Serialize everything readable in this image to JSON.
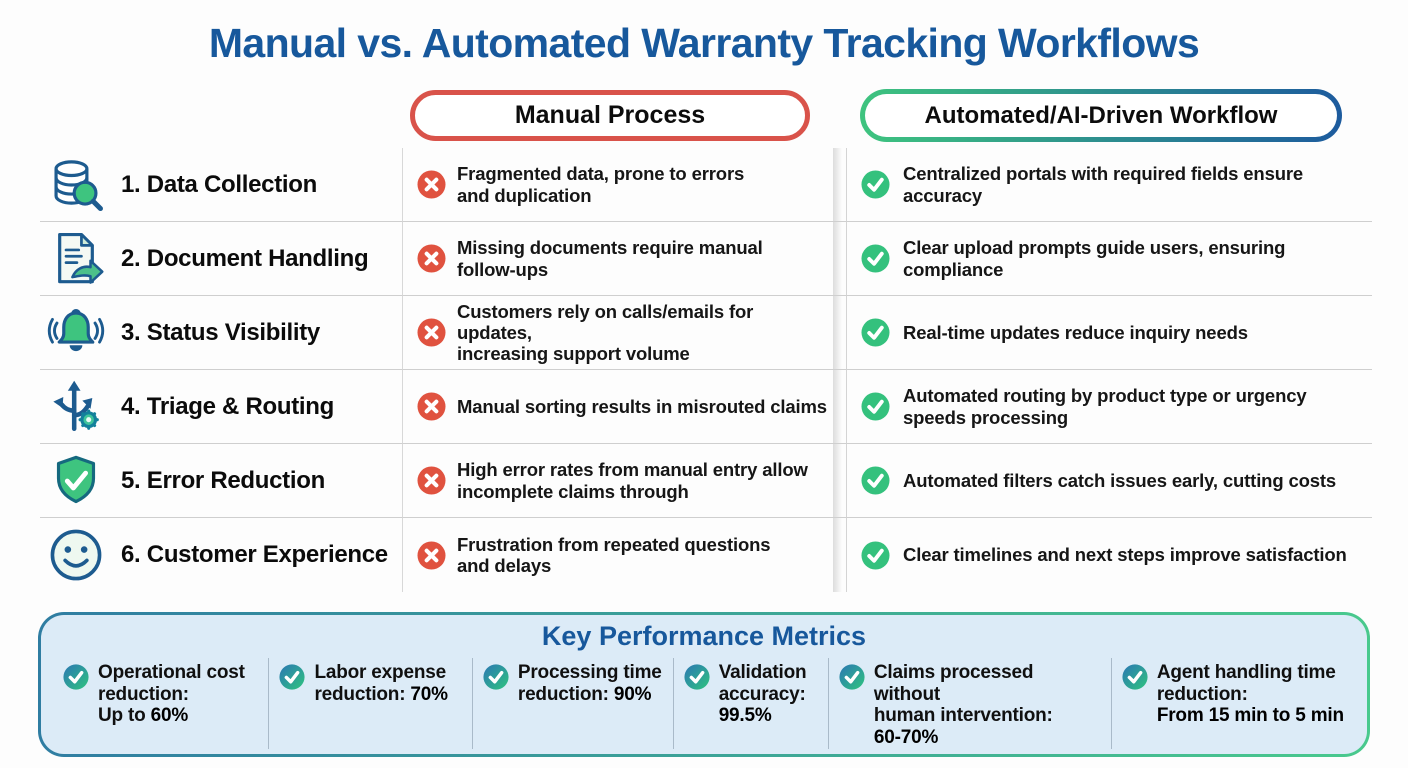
{
  "title": "Manual vs. Automated Warranty Tracking Workflows",
  "columns": {
    "manual_header": "Manual Process",
    "automated_header": "Automated/AI-Driven Workflow",
    "manual_item_icon": "x-circle-icon",
    "automated_item_icon": "check-circle-icon"
  },
  "rows": [
    {
      "icon": "database-search-icon",
      "label": "1. Data Collection",
      "manual": "Fragmented data, prone to errors\nand duplication",
      "automated": "Centralized portals with required fields ensure\naccuracy"
    },
    {
      "icon": "document-arrow-icon",
      "label": "2. Document Handling",
      "manual": "Missing documents require manual\nfollow-ups",
      "automated": "Clear upload prompts guide users, ensuring\ncompliance"
    },
    {
      "icon": "bell-notification-icon",
      "label": "3. Status Visibility",
      "manual": "Customers rely on calls/emails for updates,\nincreasing support volume",
      "automated": "Real-time updates reduce inquiry needs"
    },
    {
      "icon": "routing-arrows-gear-icon",
      "label": "4. Triage & Routing",
      "manual": "Manual sorting results in misrouted claims",
      "automated": "Automated routing by product type or urgency\nspeeds processing"
    },
    {
      "icon": "shield-check-icon",
      "label": "5. Error Reduction",
      "manual": "High error rates from manual entry allow\nincomplete claims through",
      "automated": "Automated filters catch issues early, cutting costs"
    },
    {
      "icon": "smiley-face-icon",
      "label": "6. Customer Experience",
      "manual": "Frustration from repeated questions\nand delays",
      "automated": "Clear timelines and next steps improve satisfaction"
    }
  ],
  "metrics": {
    "title": "Key Performance Metrics",
    "item_icon": "check-circle-gradient-icon",
    "items": [
      {
        "text": "Operational cost\nreduction:\nUp to ",
        "strong": "60%"
      },
      {
        "text": "Labor expense\nreduction: ",
        "strong": "70%"
      },
      {
        "text": "Processing time\nreduction: ",
        "strong": "90%"
      },
      {
        "text": "Validation\naccuracy:\n",
        "strong": "99.5%"
      },
      {
        "text": "Claims processed without\nhuman intervention:\n",
        "strong": "60-70%"
      },
      {
        "text": "Agent handling time\nreduction:\n",
        "strong": "From 15 min to 5 min"
      }
    ]
  },
  "colors": {
    "title_blue": "#17589c",
    "manual_pill_border": "#d9534a",
    "auto_pill_gradient_start": "#3ec47f",
    "auto_pill_gradient_end": "#1d5b9e",
    "x_circle_red": "#e0523f",
    "check_circle_green": "#34c17d",
    "icon_outline_blue": "#1d5b8f",
    "icon_fill_green": "#3ec47f",
    "metrics_panel_bg": "#dcebf7",
    "metrics_border_left": "#2f7da2",
    "metrics_border_right": "#49c98d",
    "metric_icon_gradient_start": "#2b77b4",
    "metric_icon_gradient_end": "#2fc47e"
  }
}
